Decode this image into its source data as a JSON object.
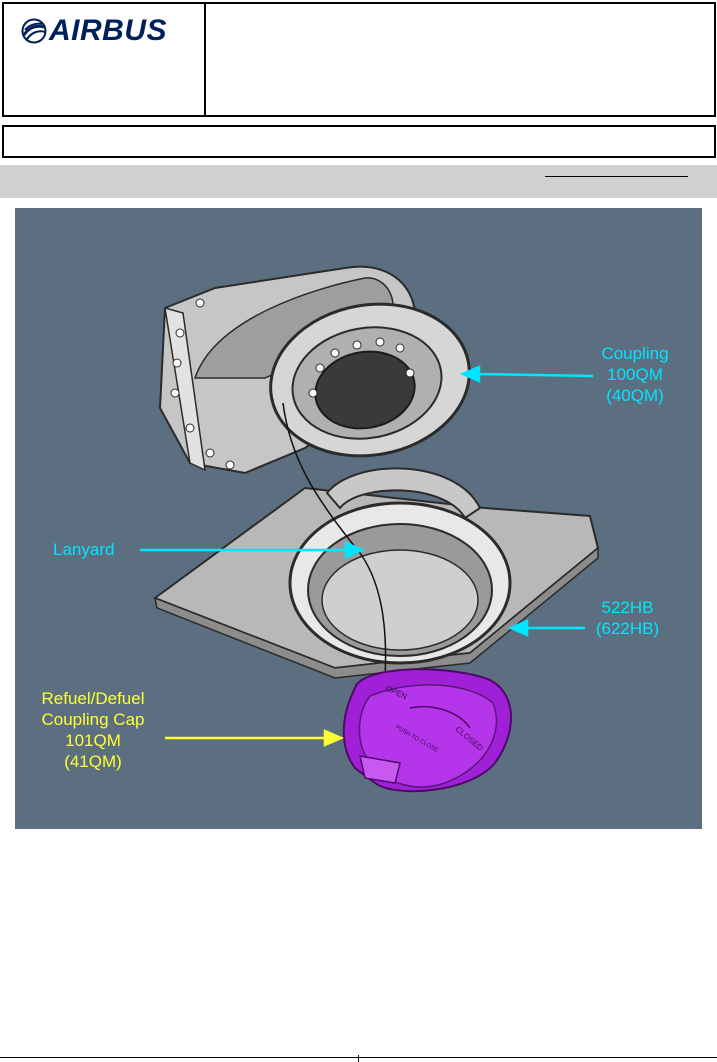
{
  "header": {
    "logo_text": "AIRBUS",
    "logo_icon": "airbus-swirl-icon"
  },
  "figure": {
    "callouts": {
      "coupling": [
        "Coupling",
        "100QM",
        "(40QM)"
      ],
      "lanyard": "Lanyard",
      "panel": [
        "522HB",
        "(622HB)"
      ],
      "cap": [
        "Refuel/Defuel",
        "Coupling Cap",
        "101QM",
        "(41QM)"
      ]
    },
    "cap_markings": {
      "open": "OPEN",
      "closed": "CLOSED",
      "push": "PUSH TO CLOSE"
    }
  },
  "colors": {
    "figure_background": "#5c6f80",
    "callout_cyan": "#00e5ff",
    "callout_yellow": "#ffff33",
    "cap_purple": "#a020d8",
    "logo_blue": "#00205b",
    "band_grey": "#d0d0d0"
  }
}
